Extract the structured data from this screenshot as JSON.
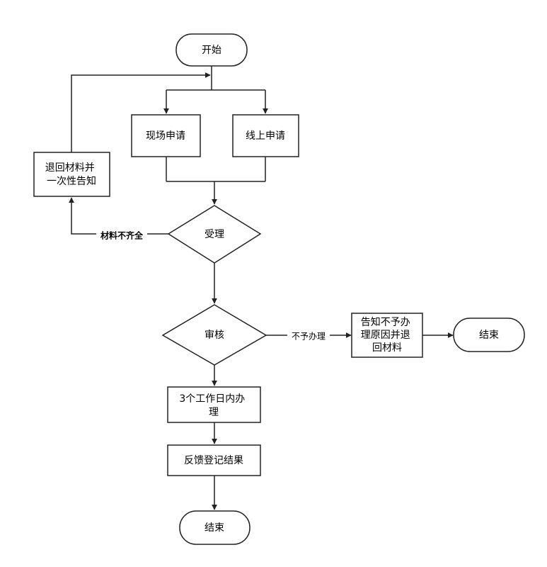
{
  "nodes": {
    "start": "开始",
    "onsite": "现场申请",
    "online": "线上申请",
    "return": [
      "退回材料并",
      "一次性告知"
    ],
    "accept": "受理",
    "review": "审核",
    "notify": [
      "告知不予办",
      "理原因并退",
      "回材料"
    ],
    "end_right": "结束",
    "process": [
      "3个工作日内办",
      "理"
    ],
    "feedback": "反馈登记结果",
    "end_bottom": "结束"
  },
  "edges": {
    "incomplete": "材料不齐全",
    "reject": "不予办理"
  }
}
